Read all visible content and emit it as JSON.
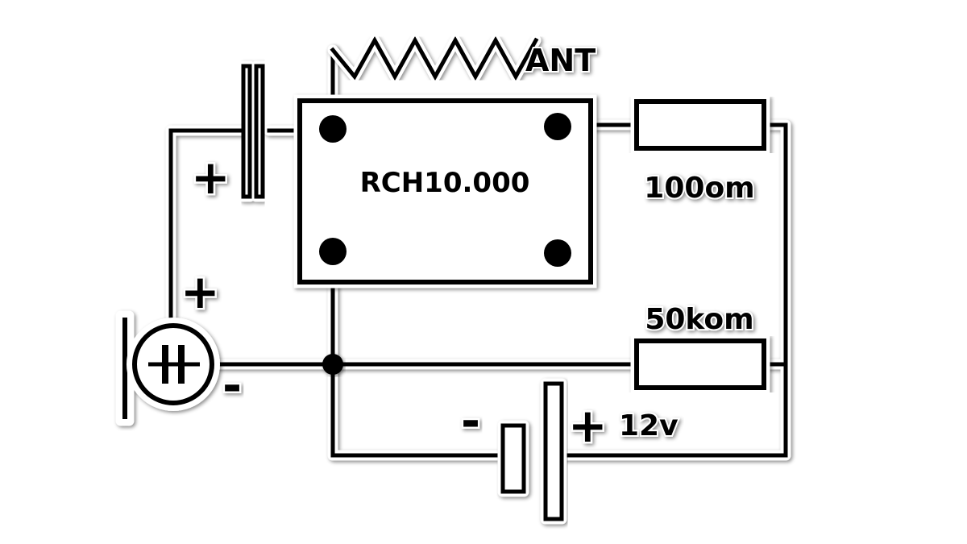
{
  "diagram": {
    "antenna_label": "ANT",
    "chip_label": "RCH10.000",
    "resistor_top_label": "100om",
    "resistor_bottom_label": "50kom",
    "capacitor_sign": "+",
    "speaker_plus_sign": "+",
    "speaker_minus_sign": "-",
    "battery_minus_sign": "-",
    "battery_plus_sign": "+",
    "battery_voltage_label": "12v",
    "colors": {
      "line": "#000000",
      "halo": "#ffffff",
      "background": "#ffffff"
    }
  }
}
